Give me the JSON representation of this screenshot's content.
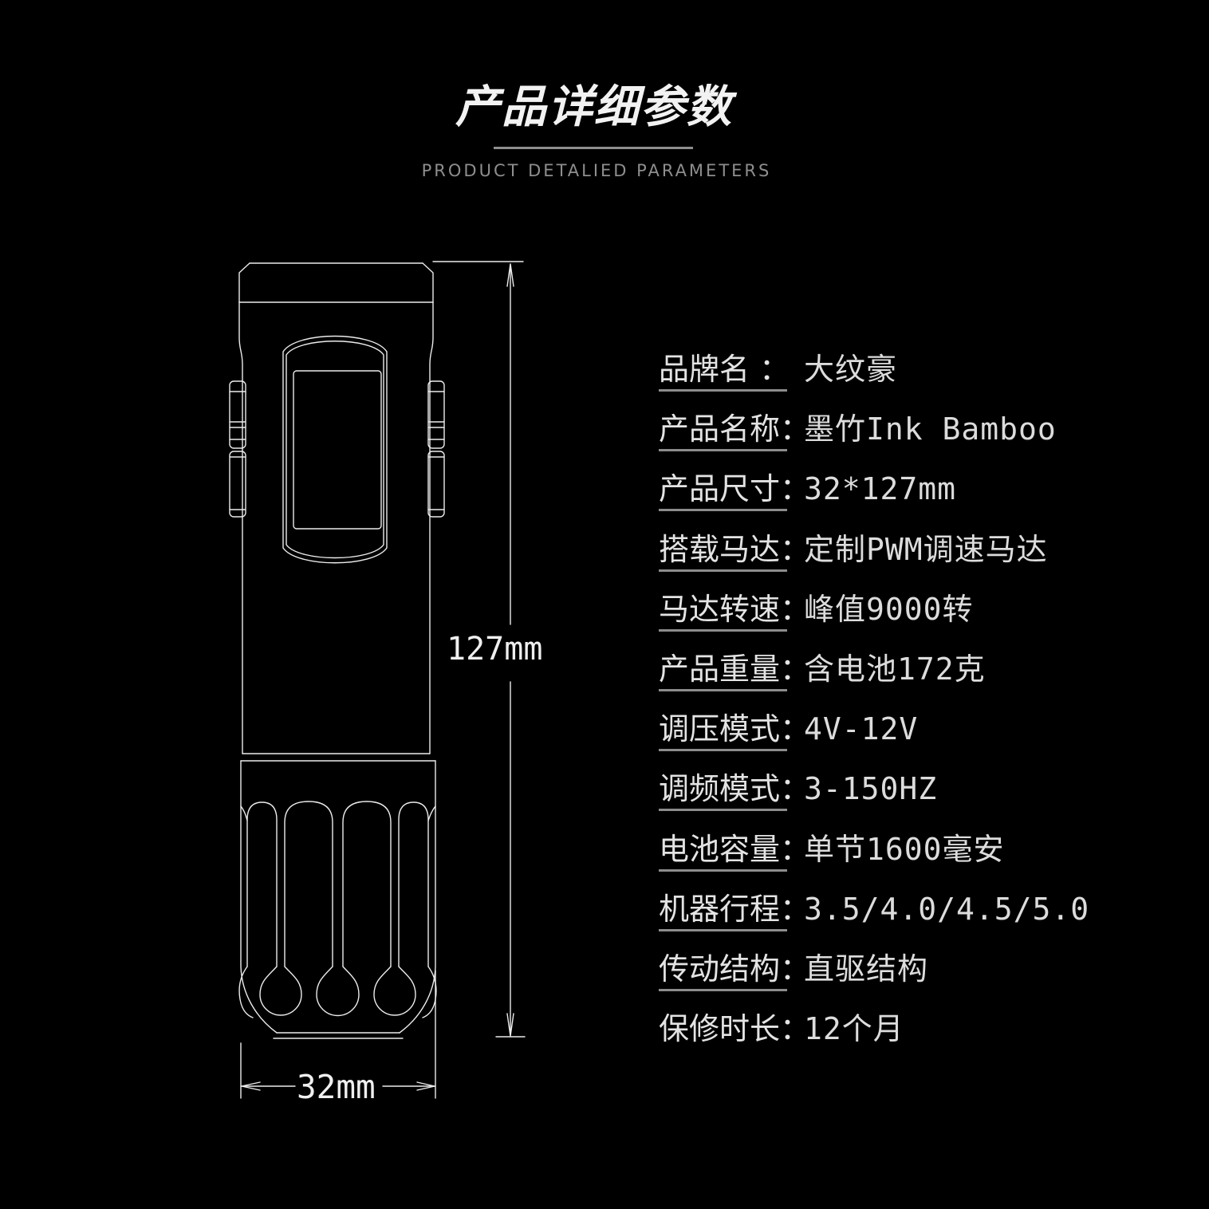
{
  "header": {
    "title": "产品详细参数",
    "subtitle": "PRODUCT DETALIED PARAMETERS"
  },
  "diagram": {
    "description": "tattoo-pen-technical-line-drawing",
    "height_label": "127mm",
    "width_label": "32mm"
  },
  "specs": {
    "rows": [
      {
        "label": "品牌名 ：",
        "value": "大纹豪",
        "underline": true
      },
      {
        "label": "产品名称：",
        "value": "墨竹Ink Bamboo",
        "underline": true
      },
      {
        "label": "产品尺寸：",
        "value": "32*127mm",
        "underline": true
      },
      {
        "label": "搭载马达：",
        "value": "定制PWM调速马达",
        "underline": true
      },
      {
        "label": "马达转速：",
        "value": "峰值9000转",
        "underline": true
      },
      {
        "label": "产品重量：",
        "value": "含电池172克",
        "underline": true
      },
      {
        "label": "调压模式：",
        "value": "4V-12V",
        "underline": true
      },
      {
        "label": "调频模式：",
        "value": "3-150HZ",
        "underline": true
      },
      {
        "label": "电池容量：",
        "value": "单节1600毫安",
        "underline": true
      },
      {
        "label": "机器行程：",
        "value": "3.5/4.0/4.5/5.0",
        "underline": true
      },
      {
        "label": "传动结构：",
        "value": "直驱结构",
        "underline": true
      },
      {
        "label": "保修时长：",
        "value": "12个月",
        "underline": false
      }
    ]
  },
  "colors": {
    "background": "#000000",
    "title_text": "#f2f2f2",
    "subtitle_text": "#8e8e8e",
    "spec_text": "#e0e0e0",
    "underline": "#8c8c8c",
    "drawing_line": "#ececec"
  }
}
